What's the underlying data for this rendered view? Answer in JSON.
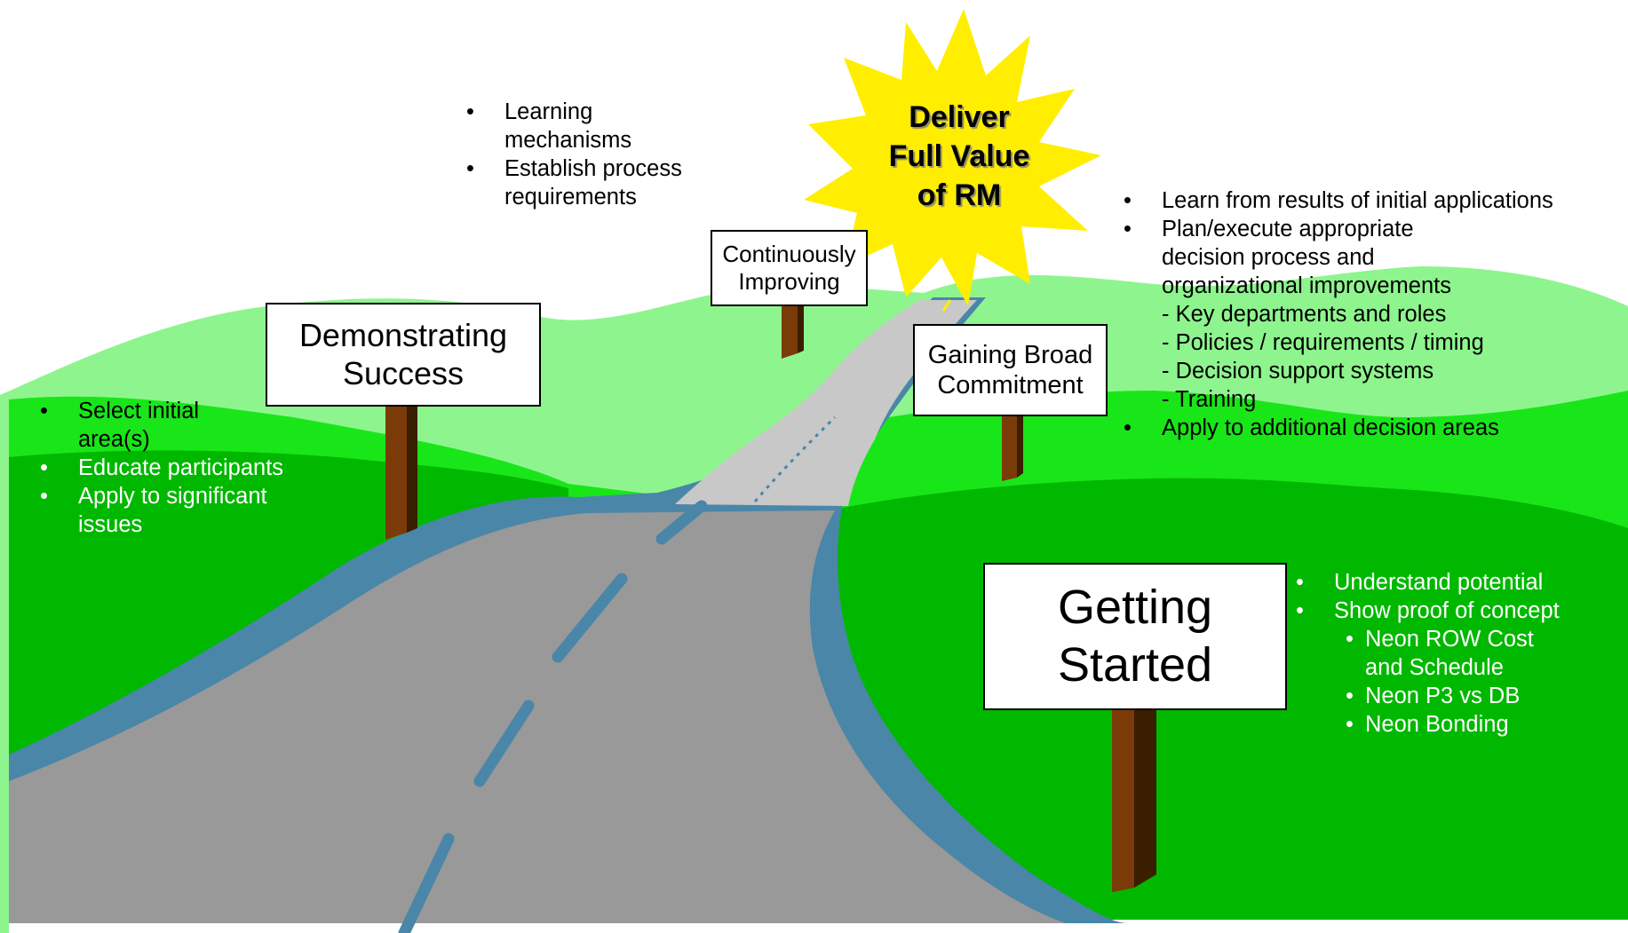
{
  "goal": {
    "line1": "Deliver",
    "line2": "Full Value",
    "line3": "of RM"
  },
  "signs": {
    "continuously_improving": {
      "line1": "Continuously",
      "line2": "Improving"
    },
    "demonstrating_success": {
      "line1": "Demonstrating",
      "line2": "Success"
    },
    "gaining_broad_commitment": {
      "line1": "Gaining Broad",
      "line2": "Commitment"
    },
    "getting_started": {
      "line1": "Getting",
      "line2": "Started"
    }
  },
  "notes": {
    "continuously_improving": {
      "item1_a": "Learning",
      "item1_b": "mechanisms",
      "item2_a": "Establish process",
      "item2_b": "requirements"
    },
    "demonstrating_success": {
      "item1_a": "Select initial",
      "item1_b": "area(s)",
      "item2": "Educate participants",
      "item3_a": "Apply to significant",
      "item3_b": "issues"
    },
    "gaining_broad_commitment": {
      "item1": "Learn from results of initial applications",
      "item2_a": "Plan/execute appropriate",
      "item2_b": "decision process and",
      "item2_c": "organizational improvements",
      "sub1": "-  Key departments and roles",
      "sub2": "-  Policies / requirements / timing",
      "sub3": "-  Decision support systems",
      "sub4": "- Training",
      "item3": "Apply to additional decision areas"
    },
    "getting_started": {
      "item1": "Understand potential",
      "item2": "Show proof of concept",
      "sub1_a": "Neon ROW  Cost",
      "sub1_b": "and Schedule",
      "sub2": "Neon P3 vs DB",
      "sub3": "Neon Bonding"
    }
  },
  "colors": {
    "sky": "#ffffff",
    "far_hills": "#8ef58e",
    "mid_hills": "#19e619",
    "near_hills": "#00b800",
    "road": "#999999",
    "road_far": "#c8c8c8",
    "road_edge": "#4a86a8",
    "sun": "#ffee00",
    "post": "#7a3b08"
  }
}
